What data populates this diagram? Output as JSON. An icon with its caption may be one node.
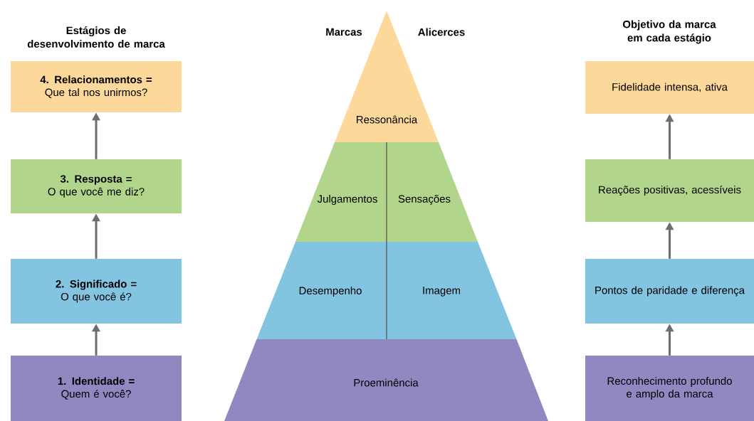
{
  "diagram": {
    "nodes": [
      {
        "text": [
          "4. Relacionamentos =",
          "Que tal nos unirmos?"
        ]
      },
      {
        "text": [
          "3. Resposta =",
          "O que você me diz?"
        ]
      },
      {
        "text": [
          "2. Significado =",
          "O que você é?"
        ]
      },
      {
        "text": [
          "1. Identidade =",
          "Quem é você?"
        ]
      },
      {
        "text": [
          "Ressonância"
        ]
      },
      {
        "text": [
          "Julgamentos"
        ]
      },
      {
        "text": [
          "Sensações"
        ]
      },
      {
        "text": [
          "Desempenho"
        ]
      },
      {
        "text": [
          "Imagem"
        ]
      },
      {
        "text": [
          "Proeminência"
        ]
      },
      {
        "text": [
          "Fidelidade intensa, ativa"
        ]
      },
      {
        "text": [
          "Reações positivas, acessíveis"
        ]
      },
      {
        "text": [
          "Pontos de paridade e diferença"
        ]
      },
      {
        "text": [
          "Reconhecimento profundo e amplo da marca"
        ]
      }
    ],
    "edges": [
      {
        "from": 3,
        "to": 2,
        "arrow": "to"
      },
      {
        "from": 2,
        "to": 1,
        "arrow": "to"
      },
      {
        "from": 1,
        "to": 0,
        "arrow": "to"
      },
      {
        "from": 13,
        "to": 12,
        "arrow": "to"
      },
      {
        "from": 12,
        "to": 11,
        "arrow": "to"
      },
      {
        "from": 11,
        "to": 10,
        "arrow": "to"
      }
    ],
    "labels": [
      "Estágios de desenvolvimento de marca",
      "Marcas",
      "Alicerces",
      "Objetivo da marca em cada estágio"
    ]
  }
}
